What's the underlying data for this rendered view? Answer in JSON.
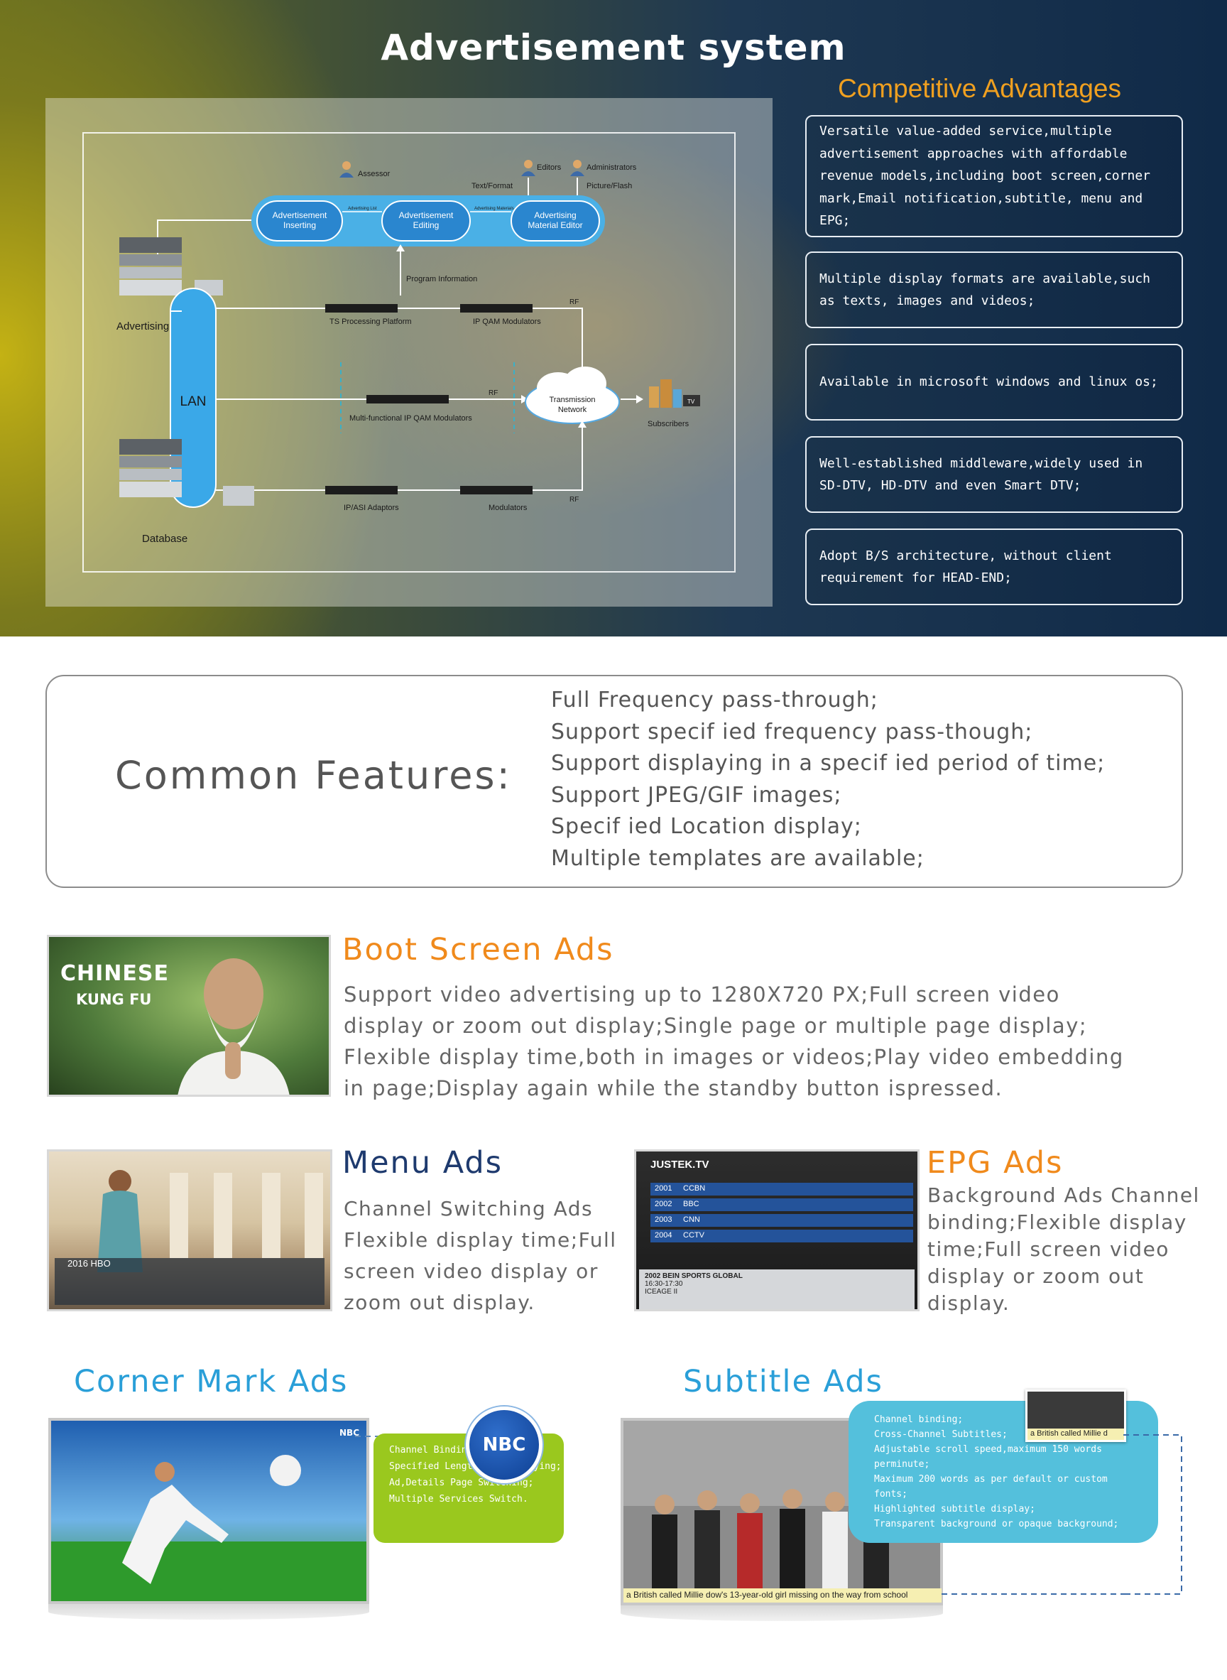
{
  "hero": {
    "title": "Advertisement system",
    "competitive_heading": "Competitive Advantages",
    "advantages": [
      "Versatile value-added service,multiple advertisement approaches with affordable revenue models,including boot screen,corner mark,Email notification,subtitle, menu and EPG;",
      "Multiple display formats are available,such as texts, images and videos;",
      "Available in microsoft windows and linux os;",
      "Well-established middleware,widely used in SD-DTV, HD-DTV and even Smart DTV;",
      "Adopt B/S architecture, without client requirement for HEAD-END;"
    ]
  },
  "diagram": {
    "assessor": "Assessor",
    "editors": "Editors",
    "administrators": "Administrators",
    "text_format": "Text/Format",
    "picture_flash": "Picture/Flash",
    "node_inserting": [
      "Advertisement",
      "Inserting"
    ],
    "node_editing": [
      "Advertisement",
      "Editing"
    ],
    "node_material": [
      "Advertising",
      "Material Editor"
    ],
    "edge_list": "Advertising List",
    "edge_material": "Advertising Materials",
    "program_info": "Program Information",
    "advertising_system": "Advertising System",
    "lan": "LAN",
    "ts_platform": "TS Processing Platform",
    "ip_qam": "IP QAM Modulators",
    "multi_qam": "Multi-functional IP QAM Modulators",
    "rf": "RF",
    "transmission": [
      "Transmission",
      "Network"
    ],
    "subscribers": "Subscribers",
    "tv": "TV",
    "database": "Database",
    "ip_asi": "IP/ASI Adaptors",
    "modulators": "Modulators"
  },
  "common": {
    "title": "Common Features:",
    "items": [
      "Full Frequency pass-through;",
      "Support specif ied frequency pass-though;",
      "Support displaying in a specif ied period of time;",
      "Support JPEG/GIF images;",
      "Specif ied Location display;",
      "Multiple templates are available;"
    ]
  },
  "boot": {
    "title": "Boot Screen Ads",
    "thumb_line1": "CHINESE",
    "thumb_line2": "KUNG FU",
    "lines": [
      "Support video advertising up to 1280X720 PX;Full screen video",
      "display or zoom out display;Single page or multiple page display;",
      "Flexible display time,both in images or videos;Play video embedding",
      "in page;Display again while the standby button ispressed."
    ]
  },
  "menu": {
    "title": "Menu Ads",
    "thumb_year": "2016 HBO",
    "lines": [
      "Channel Switching Ads",
      "Flexible display time;Full",
      "screen video display or",
      "zoom out display."
    ]
  },
  "epg": {
    "title": "EPG Ads",
    "thumb_brand": "JUSTEK.TV",
    "thumb_rows": [
      {
        "num": "2001",
        "name": "CCBN"
      },
      {
        "num": "2002",
        "name": "BBC"
      },
      {
        "num": "2003",
        "name": "CNN"
      },
      {
        "num": "2004",
        "name": "CCTV"
      }
    ],
    "thumb_bottom": "2002  BEIN SPORTS GLOBAL",
    "thumb_bottom2": "16:30-17:30",
    "thumb_bottom3": "ICEAGE II",
    "lines": [
      "Background Ads Channel",
      "binding;Flexible display",
      "time;Full screen video",
      "display or zoom out",
      "display."
    ]
  },
  "corner": {
    "title": "Corner Mark Ads",
    "logo": "NBC",
    "items": [
      "Channel Binding;",
      "Specified Length of Displaying;",
      "Ad,Details Page Switching;",
      "Multiple Services Switch."
    ]
  },
  "subtitle": {
    "title": "Subtitle Ads",
    "thumb_caption": "a British called Millie d",
    "caption": "a British called Millie dow's 13-year-old girl missing on the way from school",
    "items": [
      "Channel binding;",
      "Cross-Channel Subtitles;",
      "Adjustable scroll speed,maximum 150 words perminute;",
      "Maximum 200 words as per default or custom",
      "fonts;",
      "Highlighted subtitle display;",
      "Transparent background or opaque background;"
    ]
  },
  "colors": {
    "accent_orange": "#f08a1c",
    "navy": "#1e3a6e",
    "cyan": "#2a9fd8",
    "node_blue": "#2e8fd4",
    "bubble_green": "#9ac81e",
    "bubble_blue": "#54c0dc"
  }
}
